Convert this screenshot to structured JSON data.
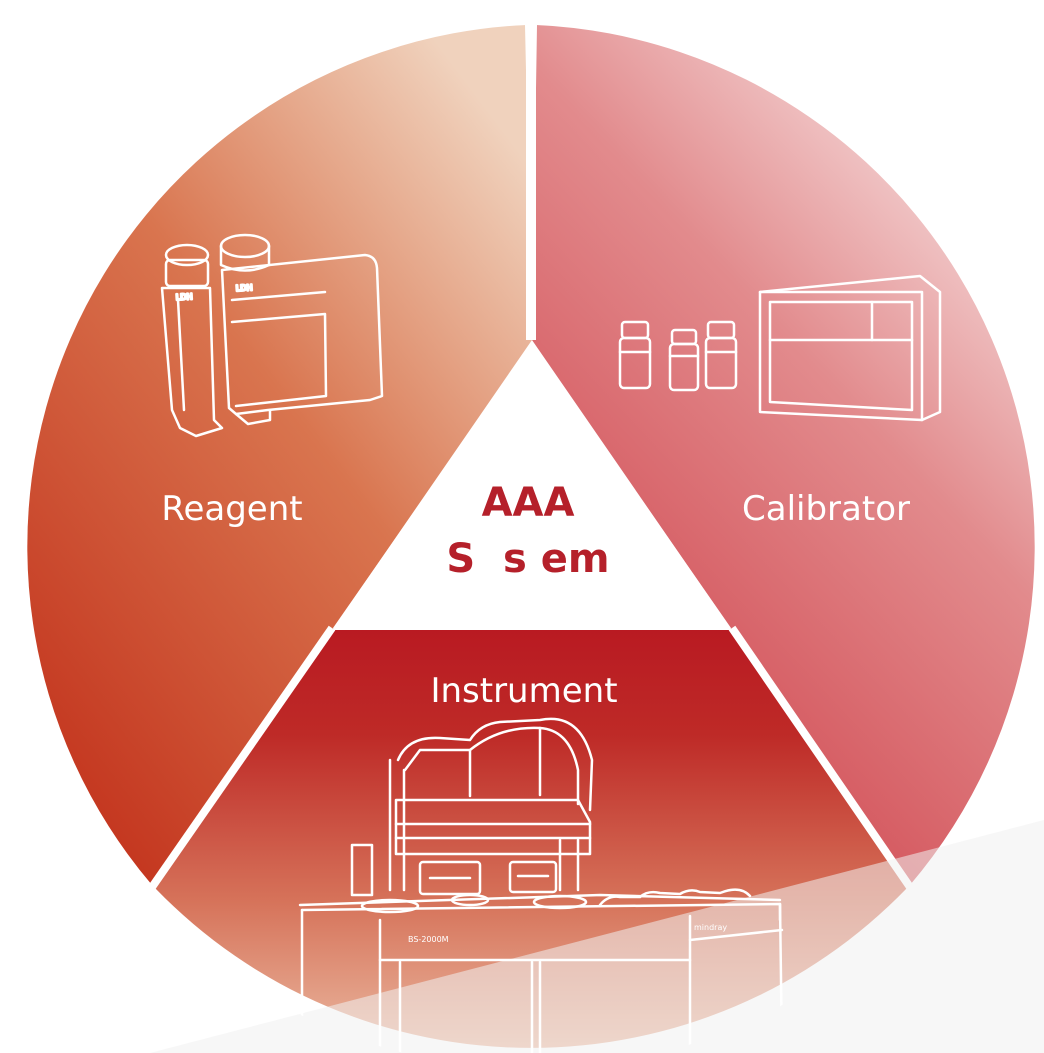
{
  "segments": {
    "reagent": {
      "label": "Reagent",
      "icon": "reagent-bottles-icon",
      "bottle_text": "LDH"
    },
    "calibrator": {
      "label": "Calibrator",
      "icon": "calibrator-box-icon"
    },
    "instrument": {
      "label": "Instrument",
      "icon": "analyzer-instrument-icon",
      "model_text": "BS-2000M",
      "brand_text": "mindray"
    }
  },
  "center": {
    "line1": "AAA",
    "line2": "S  s em"
  },
  "colors": {
    "reagent_light": "#f0d2bd",
    "reagent_dark": "#c4361f",
    "calibrator_light": "#f5d9d9",
    "calibrator_dark": "#d14a52",
    "instrument_top": "#b91a22",
    "instrument_bottom": "#eab79f",
    "center_text": "#b5202a"
  }
}
